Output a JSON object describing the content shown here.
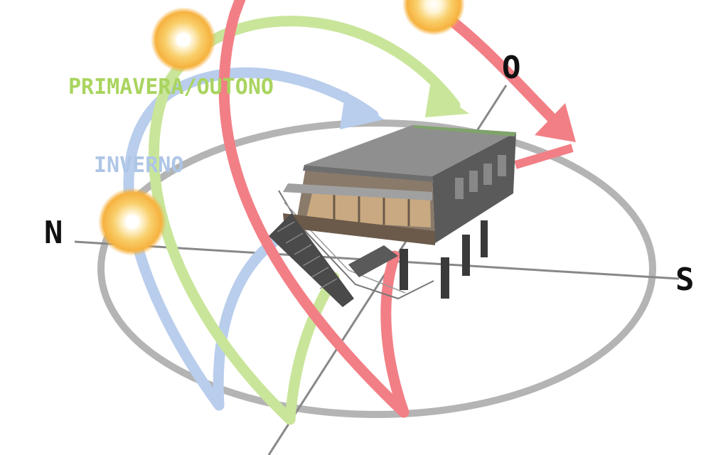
{
  "labels": {
    "north": "N",
    "south": "S",
    "west": "O",
    "spring_autumn": "PRIMAVERA/OUTONO",
    "winter": "INVERNO"
  },
  "colors": {
    "summer_path": "#f27f86",
    "spring_autumn_path": "#c9e59a",
    "spring_autumn_label": "#a9d45f",
    "winter_path": "#b9cdec",
    "winter_label": "#aec6e6",
    "horizon": "#8c8c8c",
    "sun": "#f7bf4a"
  },
  "icons": {
    "sun": "sun-icon",
    "house": "house-icon"
  }
}
